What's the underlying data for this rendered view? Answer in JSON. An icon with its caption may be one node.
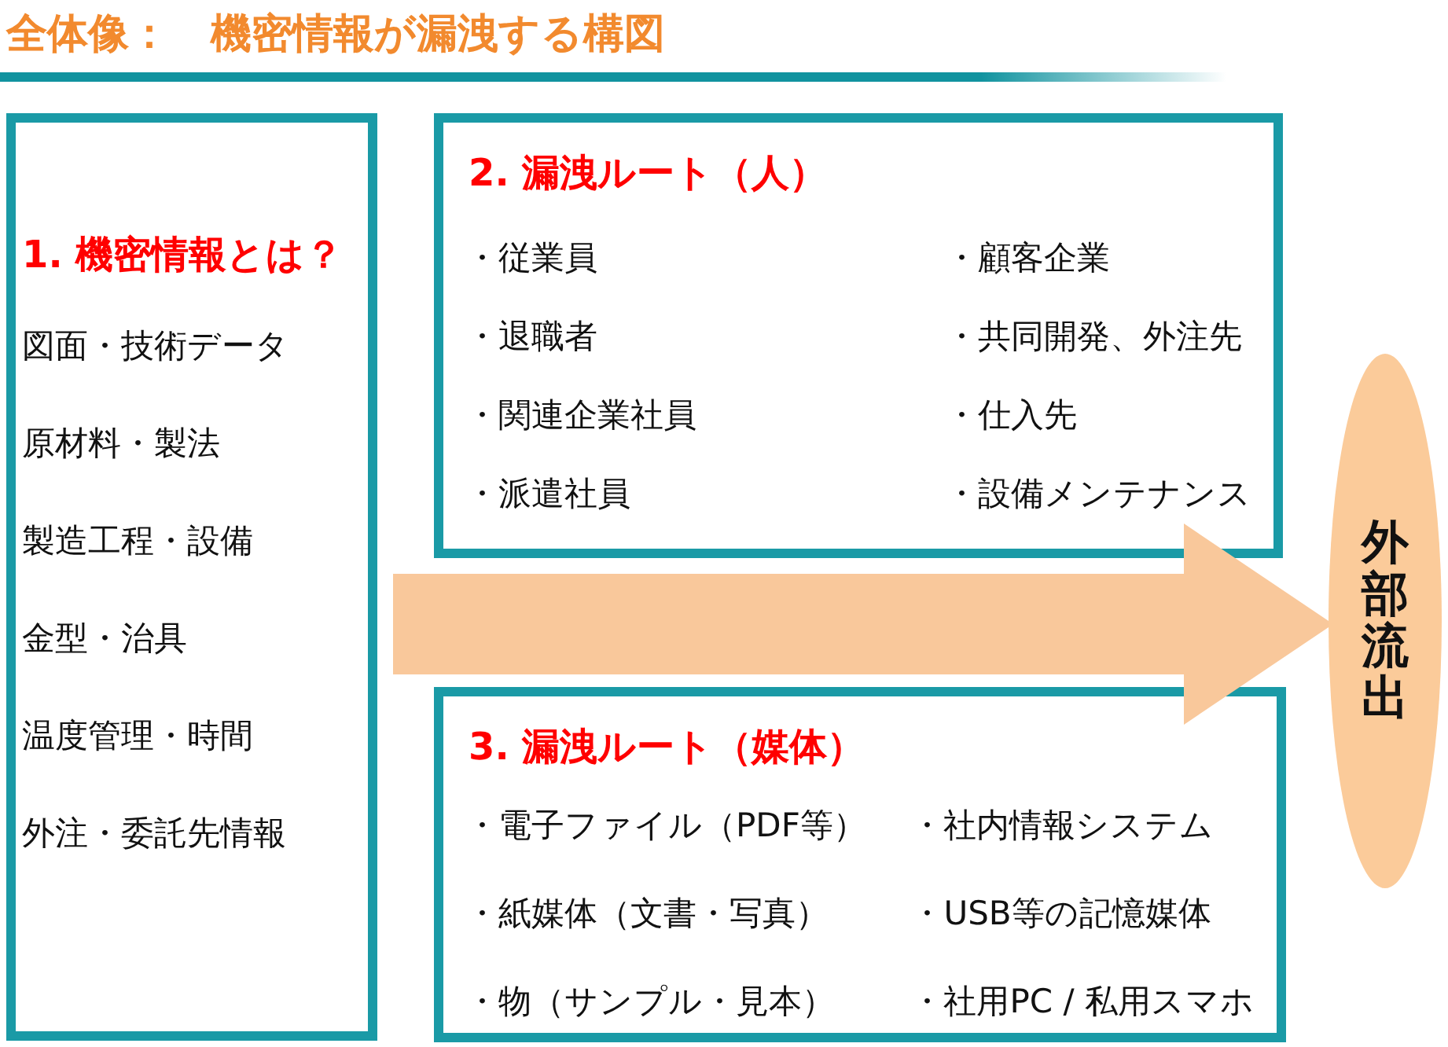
{
  "diagram": {
    "title": "全体像：　機密情報が漏洩する構図",
    "nodes": [
      {
        "text": [
          "1. 機密情報とは？",
          "図面・技術データ",
          "原材料・製法",
          "製造工程・設備",
          "金型・治具",
          "温度管理・時間",
          "外注・委託先情報"
        ]
      },
      {
        "text": [
          "2. 漏洩ルート（人）",
          "・従業員",
          "・顧客企業",
          "・退職者",
          "・共同開発、外注先",
          "・関連企業社員",
          "・仕入先",
          "・派遣社員",
          "・設備メンテナンス"
        ]
      },
      {
        "text": [
          "3. 漏洩ルート（媒体）",
          "・電子ファイル（PDF等）",
          "・社内情報システム",
          "・紙媒体（文書・写真）",
          "・USB等の記憶媒体",
          "・物（サンプル・見本）",
          "・社用PC / 私用スマホ"
        ]
      },
      {
        "text": [
          "外部流出"
        ]
      }
    ],
    "edges": [
      {
        "from": 0,
        "to": 3,
        "arrow": "to",
        "style": "thick",
        "color": "#f9c89b"
      }
    ]
  }
}
